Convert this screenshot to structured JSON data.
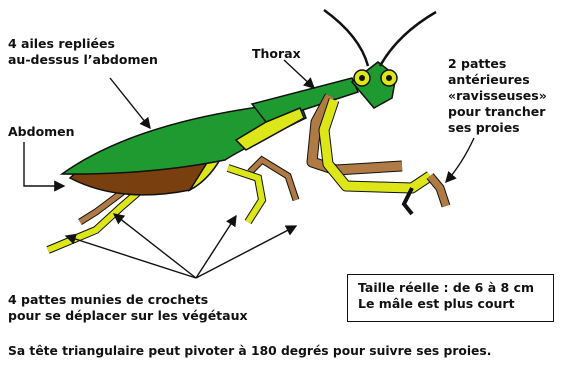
{
  "labels": {
    "wings": "4 ailes repliées\nau-dessus l’abdomen",
    "thorax": "Thorax",
    "front_legs": "2 pattes\nantérieures\n«ravisseuses»\npour trancher\nses proies",
    "abdomen": "Abdomen",
    "hind_legs": "4 pattes munies de crochets\npour se déplacer sur les végétaux"
  },
  "size_box": {
    "line1": "Taille réelle : de 6 à 8 cm",
    "line2": "Le mâle est plus court"
  },
  "caption": "Sa tête triangulaire peut pivoter à 180 degrés pour suivre ses proies.",
  "colors": {
    "body_green": "#1f9a31",
    "leg_yellow": "#dde619",
    "leg_brown": "#b07a45",
    "abdomen_brown": "#7a3f0e",
    "outline": "#111111"
  }
}
